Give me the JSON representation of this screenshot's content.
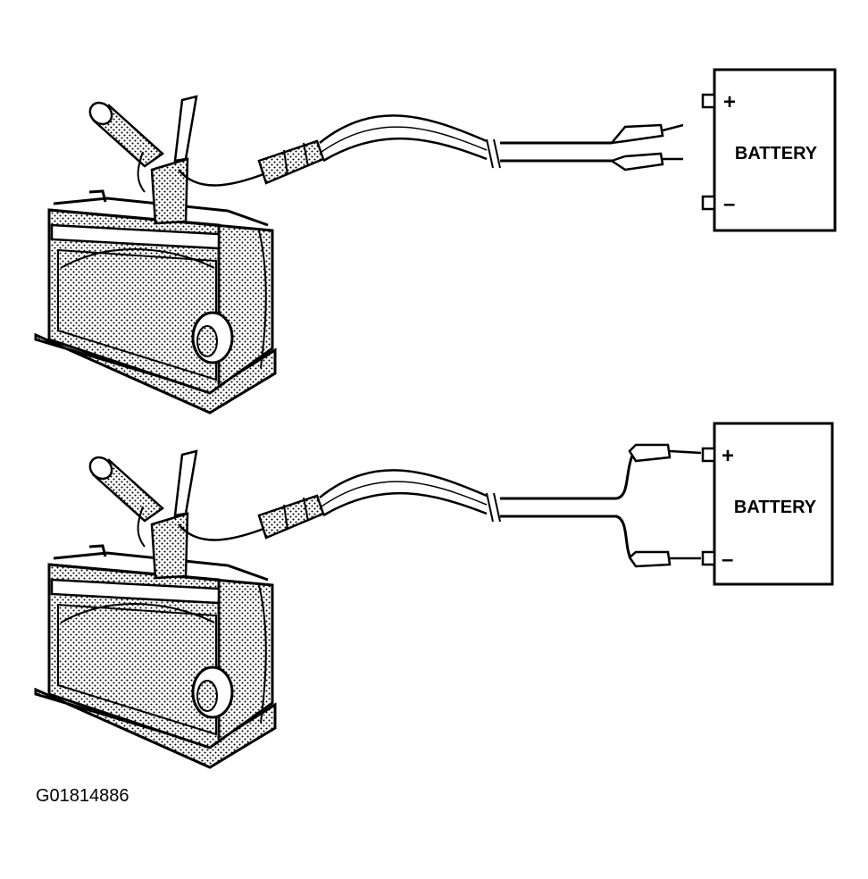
{
  "panels": [
    {
      "battery_label": "BATTERY",
      "positive_sign": "+",
      "negative_sign": "–"
    },
    {
      "battery_label": "BATTERY",
      "positive_sign": "+",
      "negative_sign": "–"
    }
  ],
  "figure_id": "G01814886",
  "colors": {
    "line": "#000000",
    "background": "#ffffff"
  }
}
